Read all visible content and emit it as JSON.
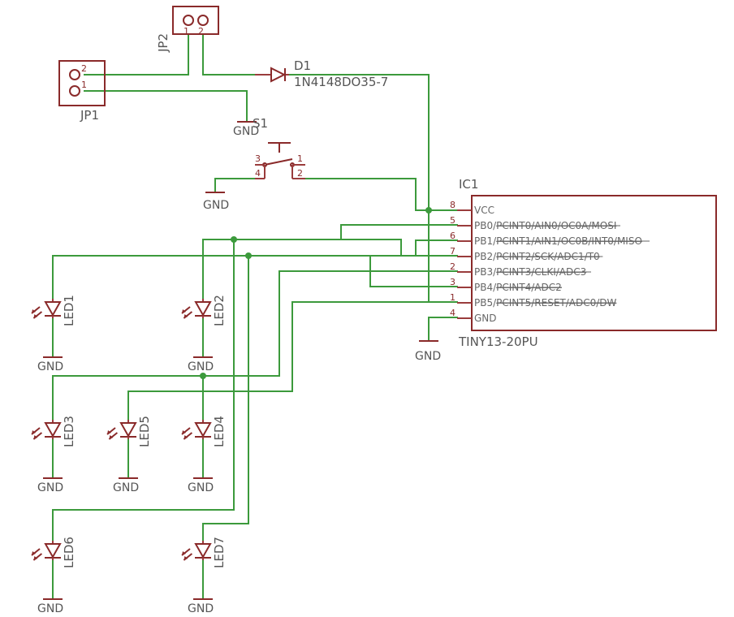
{
  "components": {
    "jp1": {
      "name": "JP1",
      "pin1": "1",
      "pin2": "2"
    },
    "jp2": {
      "name": "JP2",
      "pin1": "1",
      "pin2": "2"
    },
    "d1": {
      "name": "D1",
      "value": "1N4148DO35-7"
    },
    "s1": {
      "name": "S1",
      "pin1": "1",
      "pin2": "2",
      "pin3": "3",
      "pin4": "4"
    },
    "ic1": {
      "name": "IC1",
      "value": "TINY13-20PU",
      "pins": [
        {
          "num": "8",
          "name": "VCC",
          "struck": ""
        },
        {
          "num": "5",
          "name": "PB0/",
          "struck": "PCINT0/AIN0/OC0A/MOSI"
        },
        {
          "num": "6",
          "name": "PB1/",
          "struck": "PCINT1/AIN1/OC0B/INT0/MISO"
        },
        {
          "num": "7",
          "name": "PB2/",
          "struck": "PCINT2/SCK/ADC1/T0"
        },
        {
          "num": "2",
          "name": "PB3/",
          "struck": "PCINT3/CLKI/ADC3"
        },
        {
          "num": "3",
          "name": "PB4/",
          "struck": "PCINT4/ADC2"
        },
        {
          "num": "1",
          "name": "PB5/",
          "struck": "PCINT5/RESET/ADC0/DW"
        },
        {
          "num": "4",
          "name": "GND",
          "struck": ""
        }
      ]
    },
    "leds": [
      "LED1",
      "LED2",
      "LED3",
      "LED4",
      "LED5",
      "LED6",
      "LED7"
    ]
  },
  "gnd_label": "GND"
}
